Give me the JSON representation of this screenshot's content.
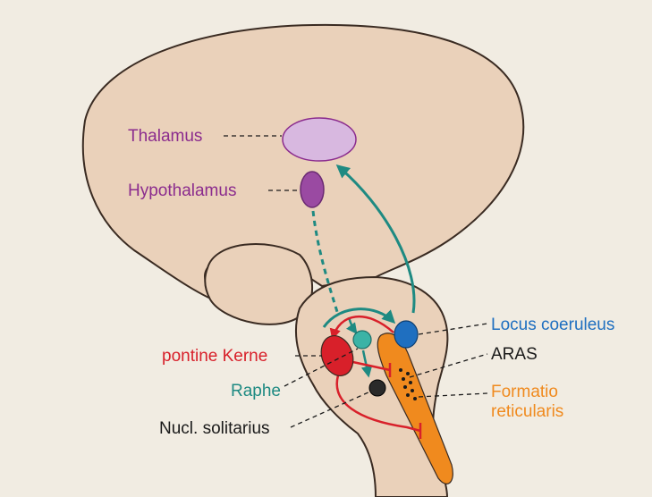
{
  "labels": {
    "thalamus": "Thalamus",
    "hypothalamus": "Hypothalamus",
    "pontine_kerne": "pontine Kerne",
    "raphe": "Raphe",
    "nucl_solitarius": "Nucl. solitarius",
    "locus_coeruleus": "Locus coeruleus",
    "aras": "ARAS",
    "formatio_line1": "Formatio",
    "formatio_line2": "reticularis"
  },
  "colors": {
    "background": "#f1ece2",
    "brain": "#ead1ba",
    "brain_outline": "#3a2b22",
    "thalamus": "#d8b8e0",
    "hypothalamus": "#9a4aa2",
    "purple_text": "#8b2c8e",
    "teal": "#1e8a82",
    "red": "#d8202a",
    "blue": "#1f6fc0",
    "orange": "#f08a1e",
    "black": "#1a1a1a"
  }
}
